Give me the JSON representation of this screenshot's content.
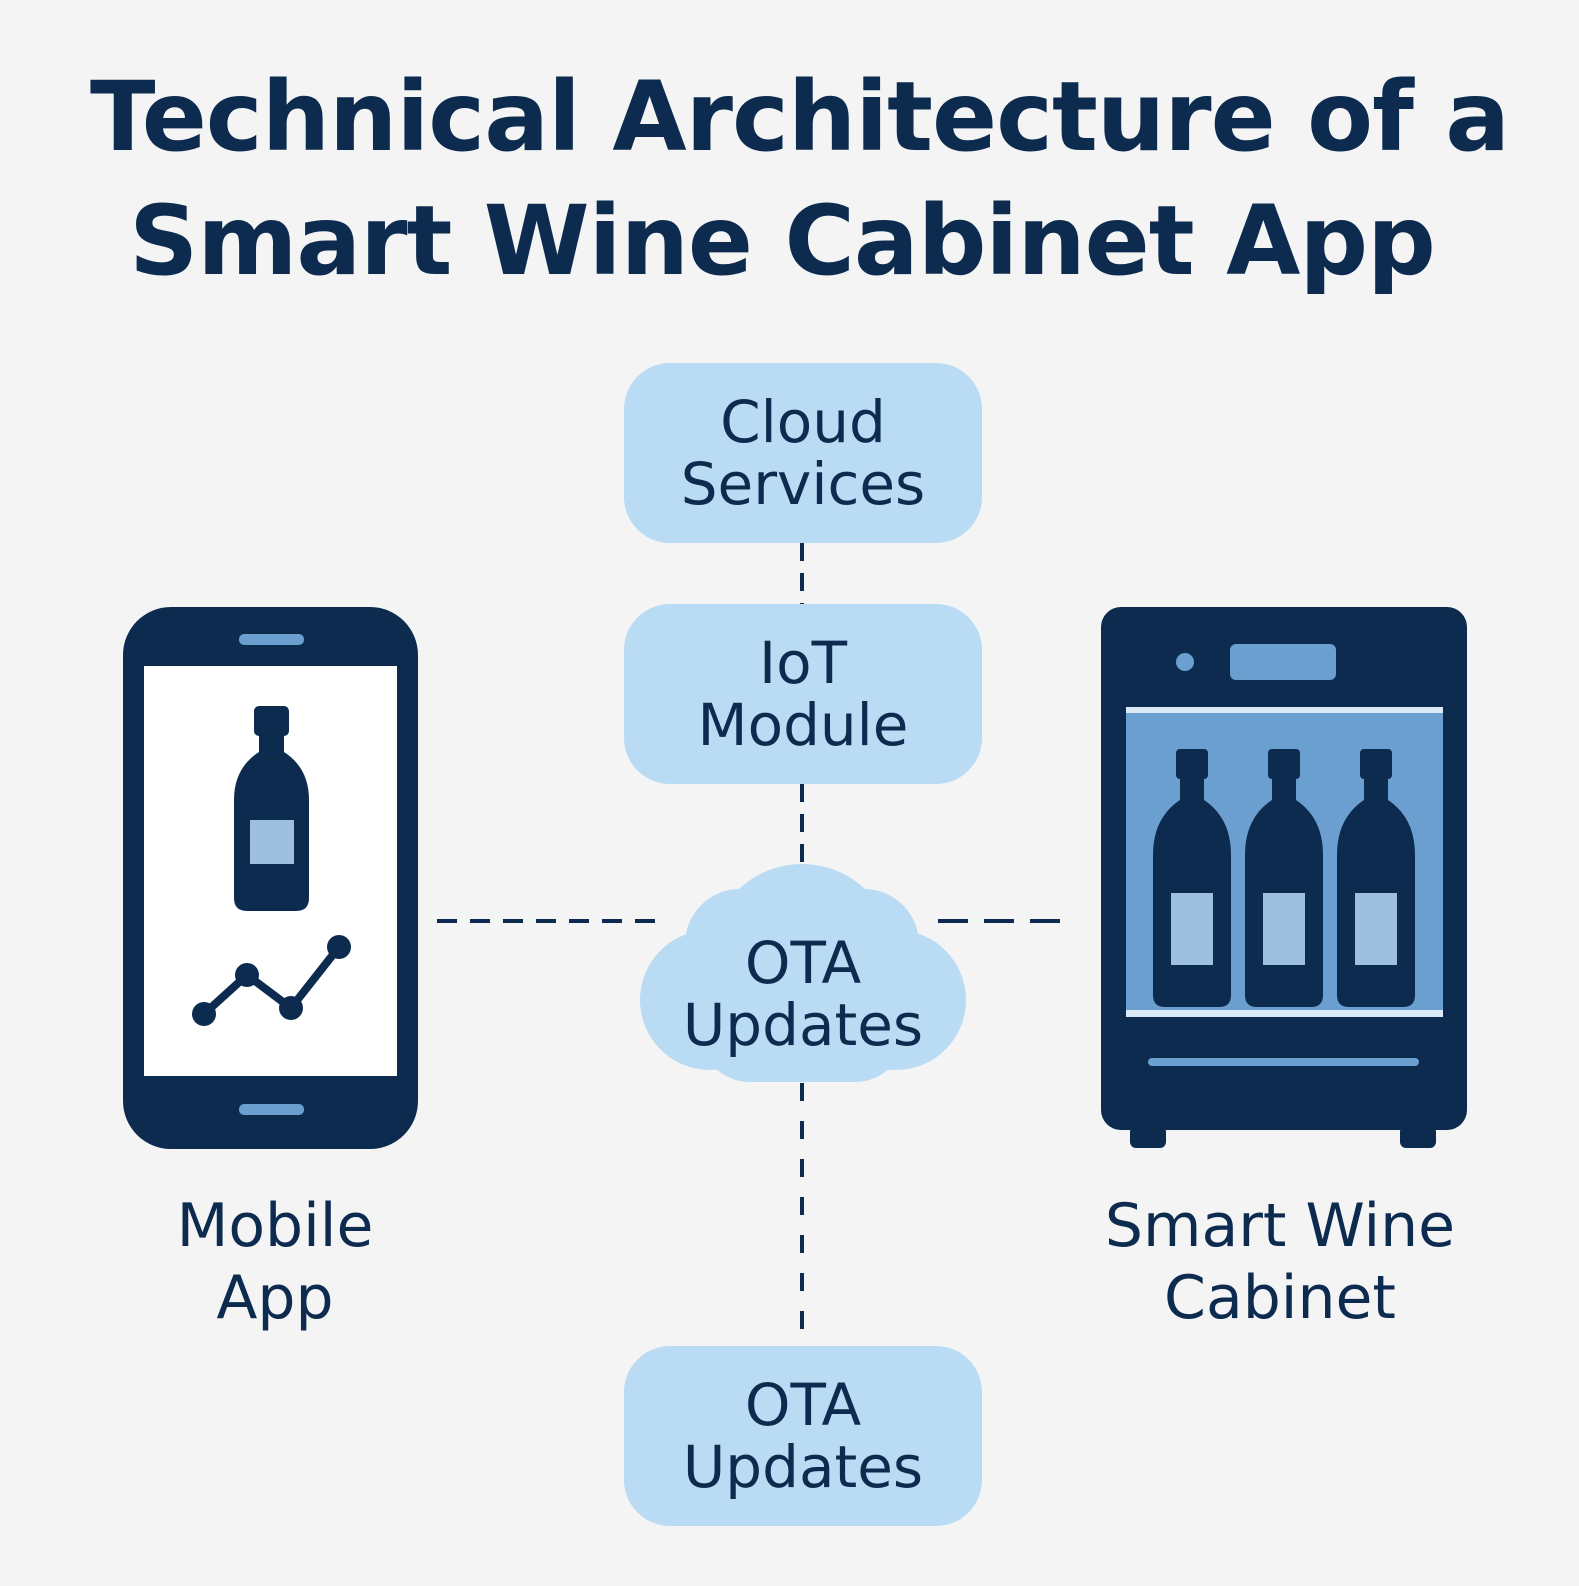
{
  "title": {
    "line1": "Technical Architecture of a",
    "line2": "Smart Wine Cabinet App"
  },
  "nodes": {
    "cloud_services": {
      "line1": "Cloud",
      "line2": "Services"
    },
    "iot_module": {
      "line1": "IoT",
      "line2": "Module"
    },
    "ota_updates_center": {
      "line1": "OTA",
      "line2": "Updates"
    },
    "ota_updates_bottom": {
      "line1": "OTA",
      "line2": "Updates"
    },
    "mobile_app": {
      "line1": "Mobile",
      "line2": "App"
    },
    "smart_wine_cabinet": {
      "line1": "Smart Wine",
      "line2": "Cabinet"
    }
  },
  "icons": {
    "phone": "smartphone-icon",
    "cabinet": "wine-cabinet-icon",
    "cloud": "cloud-shape"
  },
  "colors": {
    "background": "#f4f4f4",
    "navy": "#0d2b4f",
    "light_blue": "#b9dbf3",
    "mid_blue": "#6a9fd0",
    "pale_blue": "#9dbfe0"
  }
}
